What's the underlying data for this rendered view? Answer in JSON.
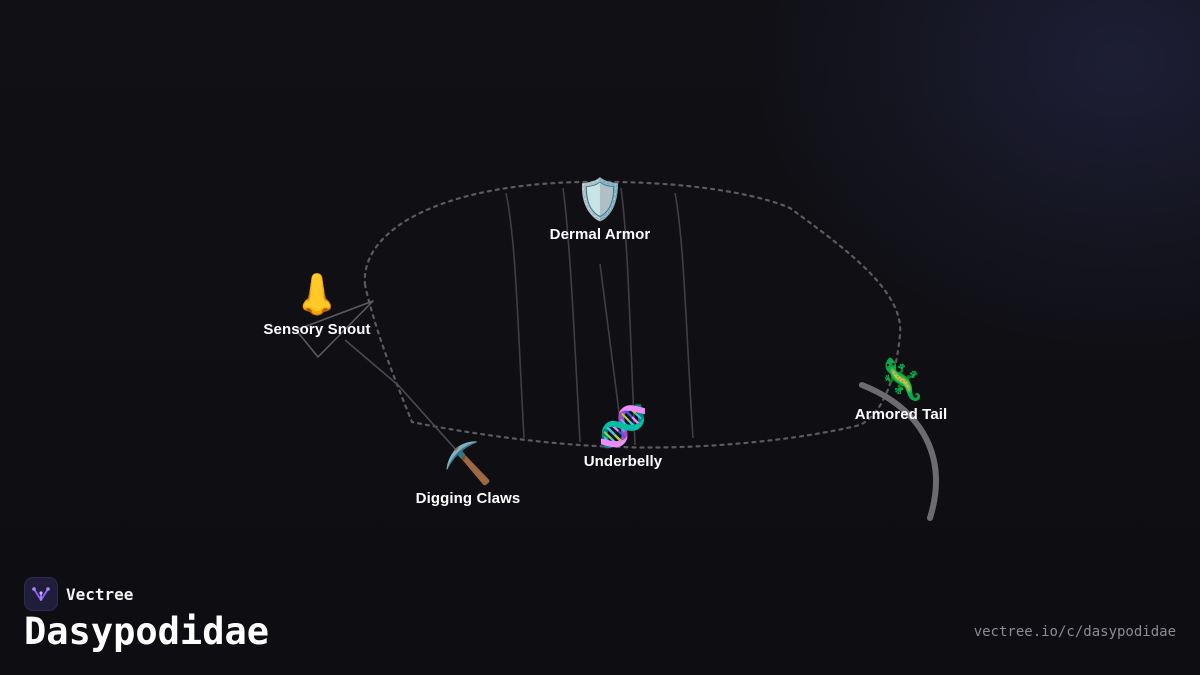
{
  "brand": {
    "name": "Vectree",
    "logo_icon": "vectree-logo-icon",
    "accent": "#8b5cf6"
  },
  "title": "Dasypodidae",
  "url": "vectree.io/c/dasypodidae",
  "nodes": [
    {
      "id": "dermal-armor",
      "label": "Dermal Armor",
      "emoji": "🛡️",
      "icon": "shield-icon"
    },
    {
      "id": "sensory-snout",
      "label": "Sensory Snout",
      "emoji": "👃",
      "icon": "nose-icon"
    },
    {
      "id": "armored-tail",
      "label": "Armored Tail",
      "emoji": "🦎",
      "icon": "lizard-icon"
    },
    {
      "id": "underbelly",
      "label": "Underbelly",
      "emoji": "🧬",
      "icon": "dna-icon"
    },
    {
      "id": "digging-claws",
      "label": "Digging Claws",
      "emoji": "⛏️",
      "icon": "pick-icon"
    }
  ],
  "colors": {
    "background": "#0f0f13",
    "outline": "#5a5a60",
    "line": "#3e3e44",
    "tail": "#6b6b70",
    "label": "#ffffff",
    "url": "#8a8a92"
  }
}
